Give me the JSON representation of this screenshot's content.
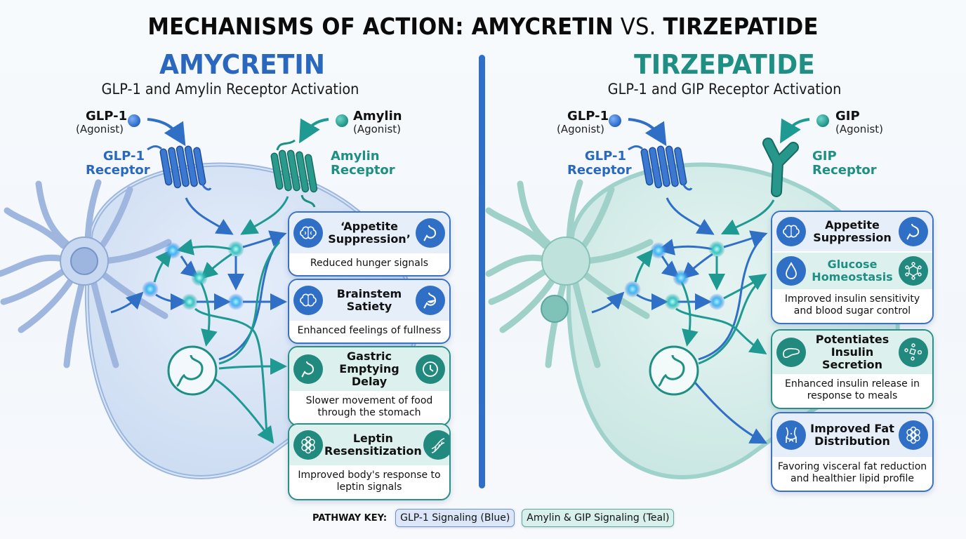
{
  "title": {
    "prefix": "MECHANISMS OF ACTION: AMYCRETIN",
    "vs": " VS. ",
    "suffix": "TIRZEPATIDE"
  },
  "colors": {
    "blue": "#2f6fc6",
    "teal": "#22897f",
    "blue_text": "#2a68c0",
    "teal_text": "#1f8f84"
  },
  "left": {
    "name": "AMYCRETIN",
    "subtitle": "GLP-1 and Amylin Receptor Activation",
    "agonists": [
      {
        "name": "GLP-1",
        "sub": "(Agonist)"
      },
      {
        "name": "Amylin",
        "sub": "(Agonist)"
      }
    ],
    "receptors": [
      {
        "line1": "GLP-1",
        "line2": "Receptor"
      },
      {
        "line1": "Amylin",
        "line2": "Receptor"
      }
    ],
    "cards": [
      {
        "title": "‘Appetite Suppression’",
        "body": "Reduced hunger signals",
        "left_icon": "brain-icon",
        "right_icon": "stomach-icon"
      },
      {
        "title": "Brainstem Satiety",
        "body": "Enhanced feelings of fullness",
        "left_icon": "brain-icon",
        "right_icon": "stomach-full-icon"
      },
      {
        "title": "Gastric Emptying Delay",
        "body": "Slower movement of food through the stomach",
        "left_icon": "stomach-icon",
        "right_icon": "clock-icon"
      },
      {
        "title": "Leptin Resensitization",
        "body": "Improved body's response to leptin signals",
        "left_icon": "fat-cell-icon",
        "right_icon": "dna-icon"
      }
    ]
  },
  "right": {
    "name": "TIRZEPATIDE",
    "subtitle": "GLP-1 and GIP Receptor Activation",
    "agonists": [
      {
        "name": "GLP-1",
        "sub": "(Agonist)"
      },
      {
        "name": "GIP",
        "sub": "(Agonist)"
      }
    ],
    "receptors": [
      {
        "line1": "GLP-1",
        "line2": "Receptor"
      },
      {
        "line1": "GIP",
        "line2": "Receptor"
      }
    ],
    "cards": [
      {
        "title": "Appetite Suppression",
        "title2": "Glucose Homeostasis",
        "body": "Improved insulin sensitivity and blood sugar control",
        "left_icon": "brain-icon",
        "right_icon": "stomach-icon",
        "left_icon2": "droplet-icon",
        "right_icon2": "molecule-icon"
      },
      {
        "title": "Potentiates Insulin Secretion",
        "body": "Enhanced insulin release in response to meals",
        "left_icon": "pancreas-icon",
        "right_icon": "molecule-icon"
      },
      {
        "title": "Improved Fat Distribution",
        "body": "Favoring visceral fat reduction and healthier lipid profile",
        "left_icon": "waist-icon",
        "right_icon": "fat-cell-icon"
      }
    ]
  },
  "key": {
    "label": "PATHWAY KEY:",
    "items": [
      "GLP-1 Signaling (Blue)",
      "Amylin & GIP Signaling (Teal)"
    ]
  }
}
